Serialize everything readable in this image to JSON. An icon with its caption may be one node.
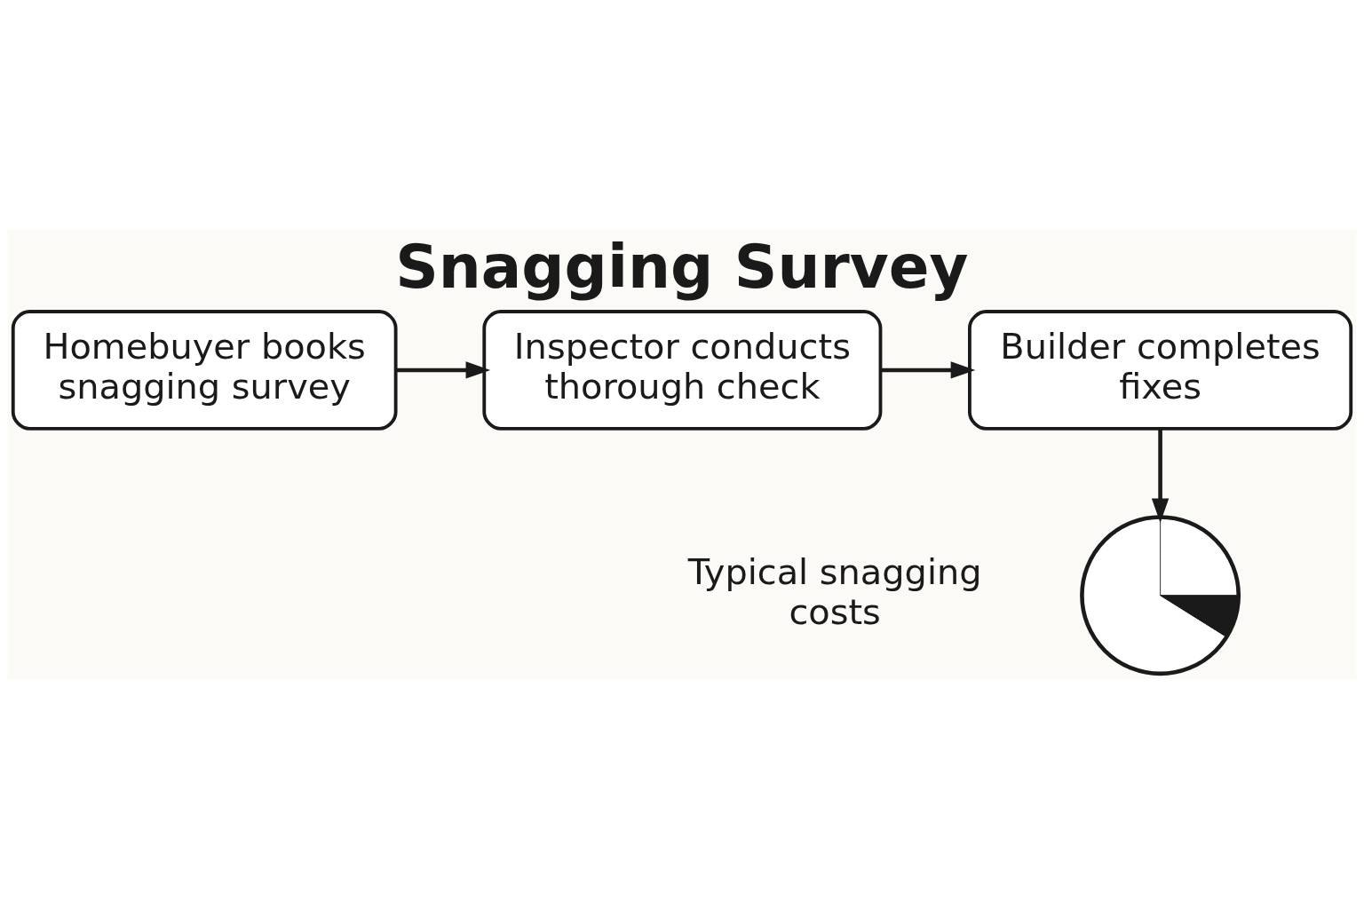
{
  "diagram": {
    "title": "Snagging Survey",
    "nodes": [
      {
        "text": [
          "Homebuyer books snagging survey"
        ]
      },
      {
        "text": [
          "Inspector conducts thorough check"
        ]
      },
      {
        "text": [
          "Builder completes fixes"
        ]
      },
      {
        "text": [],
        "shape": "picture"
      }
    ],
    "edges": [
      {
        "from": 0,
        "to": 1,
        "arrow": "to"
      },
      {
        "from": 1,
        "to": 2,
        "arrow": "to"
      },
      {
        "from": 2,
        "to": 3,
        "arrow": "to"
      }
    ],
    "labels": [
      "Typical snagging costs"
    ]
  }
}
